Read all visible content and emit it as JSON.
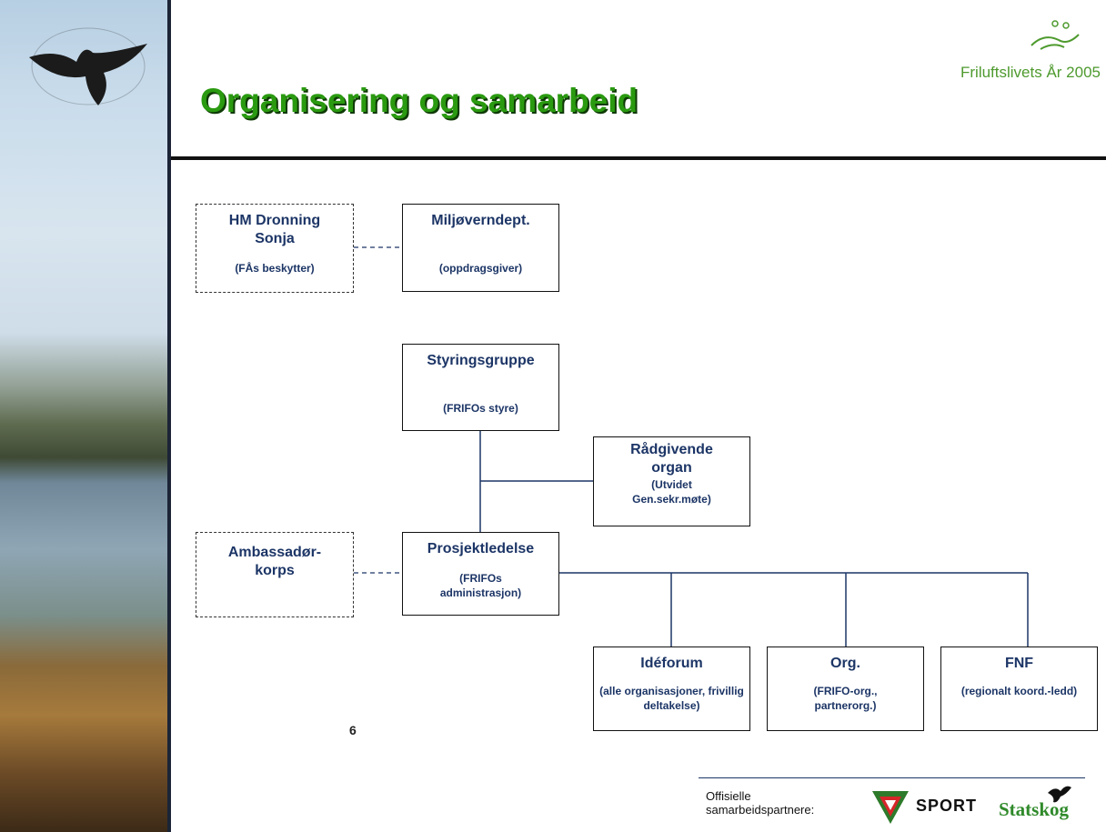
{
  "header": {
    "title": "Organisering og samarbeid",
    "brand": "Friluftslivets År 2005"
  },
  "org_chart": {
    "hm": {
      "title": "HM Dronning Sonja",
      "sub": "(FÅs beskytter)"
    },
    "mil": {
      "title": "Miljøverndept.",
      "sub": "(oppdragsgiver)"
    },
    "sty": {
      "title": "Styringsgruppe",
      "sub": "(FRIFOs styre)"
    },
    "rad": {
      "title": "Rådgivende organ",
      "sub": "(Utvidet Gen.sekr.møte)"
    },
    "amb": {
      "title": "Ambassadør-korps"
    },
    "pro": {
      "title": "Prosjektledelse",
      "sub": "(FRIFOs administrasjon)"
    },
    "ide": {
      "title": "Idéforum",
      "sub": "(alle organisasjoner, frivillig deltakelse)"
    },
    "org": {
      "title": "Org.",
      "sub": "(FRIFO-org., partnerorg.)"
    },
    "fnf": {
      "title": "FNF",
      "sub": "(regionalt koord.-ledd)"
    }
  },
  "footer": {
    "page_number": "6",
    "partners_label": "Offisielle samarbeidspartnere:",
    "sport": "SPORT",
    "statskog": "Statskog"
  },
  "colors": {
    "title_green": "#2a9a10",
    "box_text_navy": "#1c3566",
    "line_navy": "#1c3566"
  }
}
